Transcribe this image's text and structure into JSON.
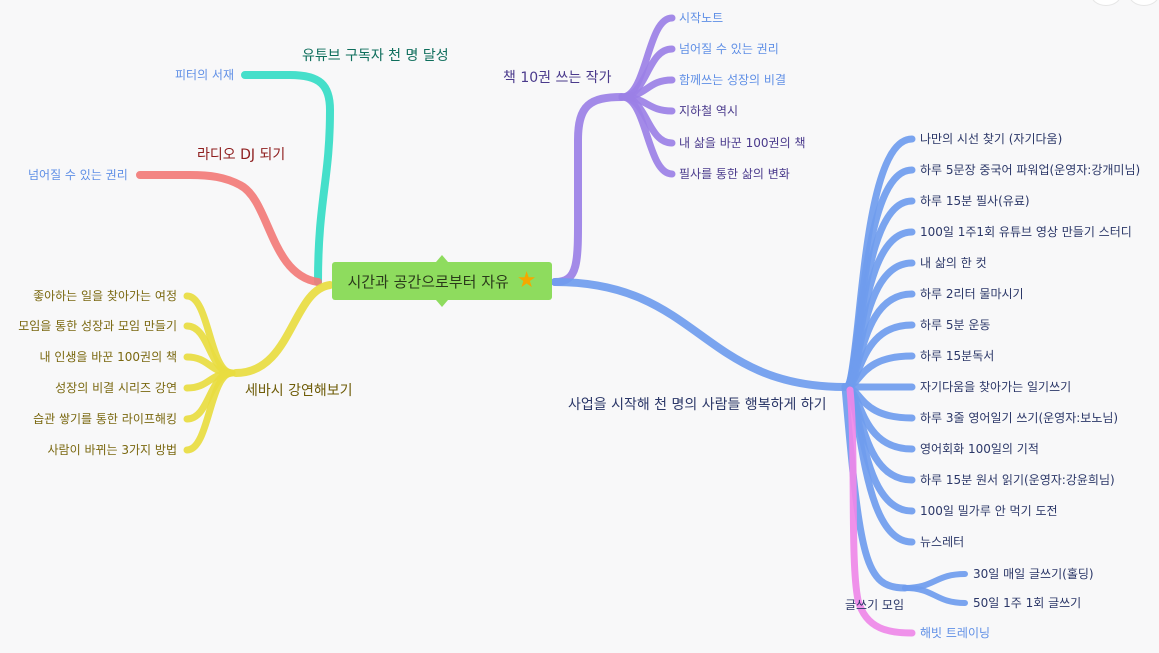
{
  "center": {
    "label": "시간과 공간으로부터 자유",
    "icon": "star-icon"
  },
  "branches": {
    "youtube": {
      "title": "유튜브 구독자 천 명 달성",
      "color": "#35dcc5",
      "children": [
        "피터의 서재"
      ]
    },
    "radio": {
      "title": "라디오 DJ 되기",
      "color": "#f27b78",
      "children": [
        "넘어질 수 있는 권리"
      ]
    },
    "sebasi": {
      "title": "세바시 강연해보기",
      "color": "#e8dc40",
      "children": [
        "좋아하는 일을 찾아가는 여정",
        "모임을 통한 성장과 모임 만들기",
        "내 인생을 바꾼 100권의 책",
        "성장의 비결 시리즈 강연",
        "습관 쌓기를 통한 라이프해킹",
        "사람이 바뀌는 3가지 방법"
      ]
    },
    "books": {
      "title": "책 10권 쓰는 작가",
      "color": "#9b80e6",
      "children": [
        "시작노트",
        "넘어질 수 있는 권리",
        "함께쓰는 성장의 비결",
        "지하철 역시",
        "내 삶을 바꾼 100권의 책",
        "필사를 통한 삶의 변화"
      ]
    },
    "business": {
      "title": "사업을 시작해 천 명의 사람들 행복하게 하기",
      "color": "#6f9cee",
      "children": [
        "나만의 시선 찾기 (자기다움)",
        "하루 5문장 중국어 파워업(운영자:강개미님)",
        "하루 15분 필사(유료)",
        "100일 1주1회 유튜브 영상 만들기 스터디",
        "내 삶의 한 컷",
        "하루 2리터 물마시기",
        "하루 5분 운동",
        "하루 15분독서",
        "자기다움을 찾아가는 일기쓰기",
        "하루 3줄 영어일기 쓰기(운영자:보노님)",
        "영어회화 100일의 기적",
        "하루 15분 원서 읽기(운영자:강윤희님)",
        "100일 밀가루 안 먹기 도전",
        "뉴스레터"
      ],
      "writing_group": {
        "title": "글쓰기 모임",
        "children": [
          "30일 매일 글쓰기(홀딩)",
          "50일 1주 1회 글쓰기"
        ]
      },
      "habit": {
        "label": "해빗 트레이닝",
        "color": "#ee88e8"
      }
    }
  }
}
